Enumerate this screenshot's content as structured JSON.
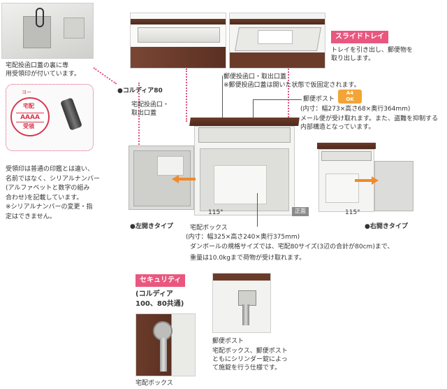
{
  "top_left_note": "宅配投函口蓋の裏に専\n用受領印が付いています。",
  "seal": {
    "top": "ヨー",
    "mid1": "宅配",
    "mid2": "AAAA",
    "bottom": "受領"
  },
  "seal_note": "受領印は普通の印鑑とは違い、\n名前ではなく、シリアルナンバー\n(アルファベットと数字の組み\n合わせ)を記載しています。\n※シリアルナンバーの変更・指\n定はできません。",
  "product_label": "●コルディア80",
  "delivery_slot_label": "宅配投函口・\n取出口蓋",
  "slide_tray": {
    "tag": "スライドトレイ",
    "desc": "トレイを引き出し、郵便物を\n取り出します。"
  },
  "mail_slot_label": "郵便投函口・取出口蓋",
  "mail_slot_note": "※郵便投函口蓋は開いた状態で仮固定されます。",
  "mail_post": {
    "label": "郵便ポスト",
    "dims": "(内寸：幅273×高さ68×奥行364mm)",
    "note": "メール便が受け取れます。また、盗難を抑制する\n内部構造となっています。",
    "badge": "A4\nOK"
  },
  "front_label": "正面",
  "left_open": {
    "label": "●左開きタイプ",
    "angle": "115°"
  },
  "right_open": {
    "label": "●右開きタイプ",
    "angle": "115°"
  },
  "delivery_box": {
    "label": "宅配ボックス",
    "dims": "(内寸：幅325×高さ240×奥行375mm)",
    "note": "ダンボールの規格サイズでは、宅配80サイズ(3辺の合計が80cm)まで、\n重量は10.0kgまで荷物が受け取れます。"
  },
  "security": {
    "tag": "セキュリティ",
    "sub": "(コルディア\n100、80共通)"
  },
  "bottom_labels": {
    "delivery_box": "宅配ボックス",
    "mail_post": "郵便ポスト",
    "mail_post_note": "宅配ボックス、郵便ポスト\nともにシリンダー錠によっ\nて施錠を行う仕様です。"
  },
  "colors": {
    "accent": "#e9577f",
    "wood": "#5a3022",
    "metal": "#e6e6e3"
  }
}
